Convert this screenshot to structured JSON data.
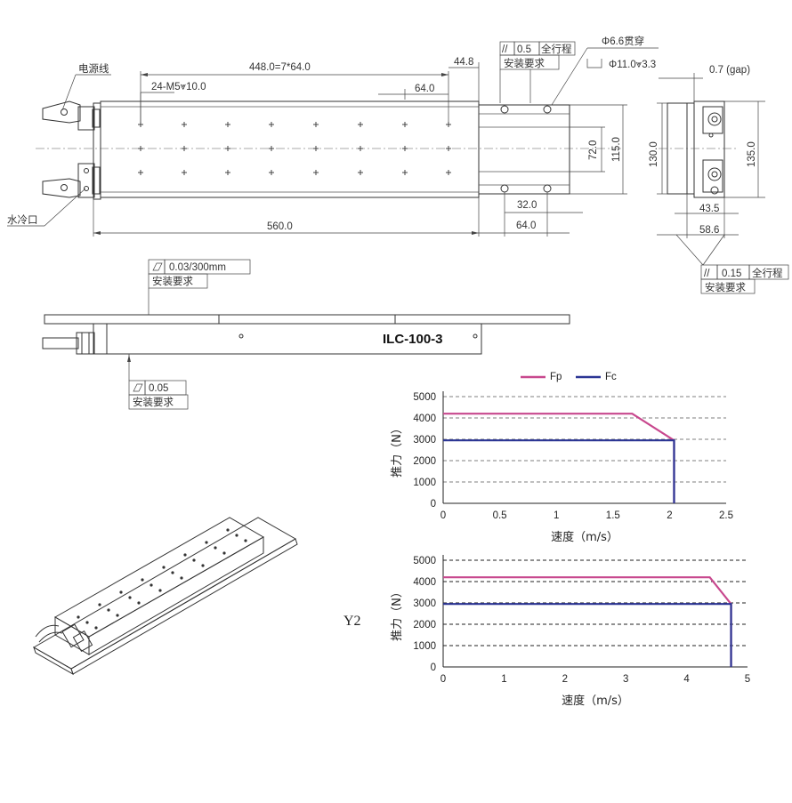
{
  "top_view": {
    "label_power": "电源线",
    "label_water": "水冷口",
    "dim_448": "448.0=7*64.0",
    "dim_448_extra": "44.8",
    "dim_holes": "24-M5",
    "dim_holes_depth": "10.0",
    "dim_64": "64.0",
    "dim_72": "72.0",
    "dim_115": "115.0",
    "dim_32": "32.0",
    "dim_560": "560.0",
    "dim_64b": "64.0",
    "par_val": "0.5",
    "par_span": "全行程",
    "install_req": "安装要求",
    "hole_dia": "6.6贯穿",
    "cbore": "11.0",
    "cbore_depth": "3.3"
  },
  "side_view": {
    "gap": "0.7 (gap)",
    "dim_130": "130.0",
    "dim_135": "135.0",
    "dim_43": "43.5",
    "dim_58": "58.6",
    "par_val": "0.15",
    "par_span": "全行程",
    "install_req": "安装要求"
  },
  "front_view": {
    "model": "ILC-100-3",
    "flat1": "0.03/300mm",
    "flat1_req": "安装要求",
    "flat2": "0.05",
    "flat2_req": "安装要求"
  },
  "y2_label": "Y2",
  "chart_data": [
    {
      "type": "line",
      "xlabel": "速度（m/s）",
      "ylabel": "推力（N）",
      "xlim": [
        0,
        2.5
      ],
      "ylim": [
        0,
        5000
      ],
      "x_ticks": [
        "0",
        "0.5",
        "1",
        "1.5",
        "2",
        "2.5"
      ],
      "y_ticks": [
        "0",
        "1000",
        "2000",
        "3000",
        "4000",
        "5000"
      ],
      "grid": "horizontal-dashed",
      "legend": "top",
      "series": [
        {
          "name": "Fp",
          "color": "#c8488e",
          "x": [
            0,
            1.67,
            2.04,
            2.04
          ],
          "y": [
            4200,
            4200,
            2950,
            0
          ]
        },
        {
          "name": "Fc",
          "color": "#2b3594",
          "x": [
            0,
            2.04,
            2.04
          ],
          "y": [
            2950,
            2950,
            0
          ]
        }
      ]
    },
    {
      "type": "line",
      "xlabel": "速度（m/s）",
      "ylabel": "推力（N）",
      "xlim": [
        0,
        5
      ],
      "ylim": [
        0,
        5000
      ],
      "x_ticks": [
        "0",
        "1",
        "2",
        "3",
        "4",
        "5"
      ],
      "y_ticks": [
        "0",
        "1000",
        "2000",
        "3000",
        "4000",
        "5000"
      ],
      "grid": "horizontal-dashed",
      "series": [
        {
          "name": "Fp",
          "color": "#c8488e",
          "x": [
            0,
            4.38,
            4.73,
            4.73
          ],
          "y": [
            4200,
            4200,
            2950,
            0
          ]
        },
        {
          "name": "Fc",
          "color": "#2b3594",
          "x": [
            0,
            4.73,
            4.73
          ],
          "y": [
            2950,
            2950,
            0
          ]
        }
      ]
    }
  ]
}
